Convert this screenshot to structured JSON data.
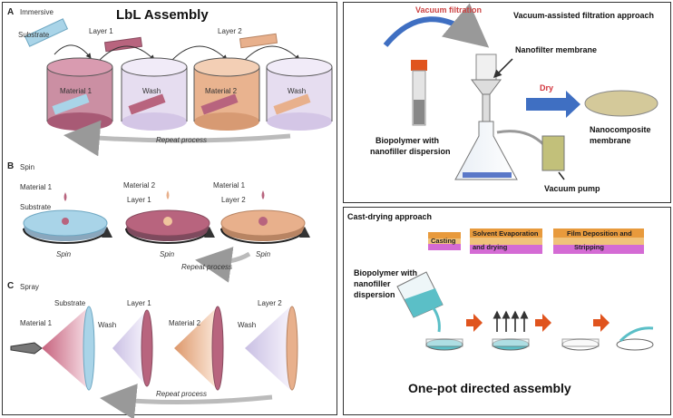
{
  "left_panel": {
    "title": "LbL Assembly",
    "A": {
      "tag": "A",
      "name": "Immersive",
      "labels": {
        "substrate": "Substrate",
        "layer1": "Layer 1",
        "layer2": "Layer 2",
        "material1": "Material 1",
        "wash1": "Wash",
        "material2": "Material 2",
        "wash2": "Wash",
        "repeat": "Repeat process"
      }
    },
    "B": {
      "tag": "B",
      "name": "Spin",
      "labels": {
        "material1a": "Material 1",
        "material2": "Material 2",
        "material1b": "Material 1",
        "substrate": "Substrate",
        "layer1": "Layer 1",
        "layer2": "Layer 2",
        "spin1": "Spin",
        "spin2": "Spin",
        "spin3": "Spin",
        "repeat": "Repeat process"
      }
    },
    "C": {
      "tag": "C",
      "name": "Spray",
      "labels": {
        "substrate": "Substrate",
        "layer1": "Layer 1",
        "layer2": "Layer 2",
        "material1": "Material 1",
        "wash1": "Wash",
        "material2": "Material 2",
        "wash2": "Wash",
        "repeat": "Repeat process"
      }
    }
  },
  "top_right": {
    "title": "Vacuum-assisted filtration approach",
    "vacuum_filtration": "Vacuum filtration",
    "nanofilter": "Nanofilter membrane",
    "dry": "Dry",
    "nanocomposite_1": "Nanocomposite",
    "nanocomposite_2": "membrane",
    "biopolymer_1": "Biopolymer with",
    "biopolymer_2": "nanofiller dispersion",
    "vacuum_pump": "Vacuum pump"
  },
  "bottom_right": {
    "title": "Cast-drying approach",
    "casting": "Casting",
    "solvent_1": "Solvent Evaporation",
    "solvent_2": "and drying",
    "film_1": "Film Deposition and",
    "film_2": "Stripping",
    "biopolymer_1": "Biopolymer with",
    "biopolymer_2": "nanofiller",
    "biopolymer_3": "dispersion",
    "footer": "One-pot directed assembly"
  },
  "colors": {
    "material1": "#b8647e",
    "material2": "#e8b08c",
    "wash": "#d8cde6",
    "substrate": "#a9d4e8",
    "arrow_blue": "#3f6fc2",
    "arrow_orange": "#e0541e"
  }
}
